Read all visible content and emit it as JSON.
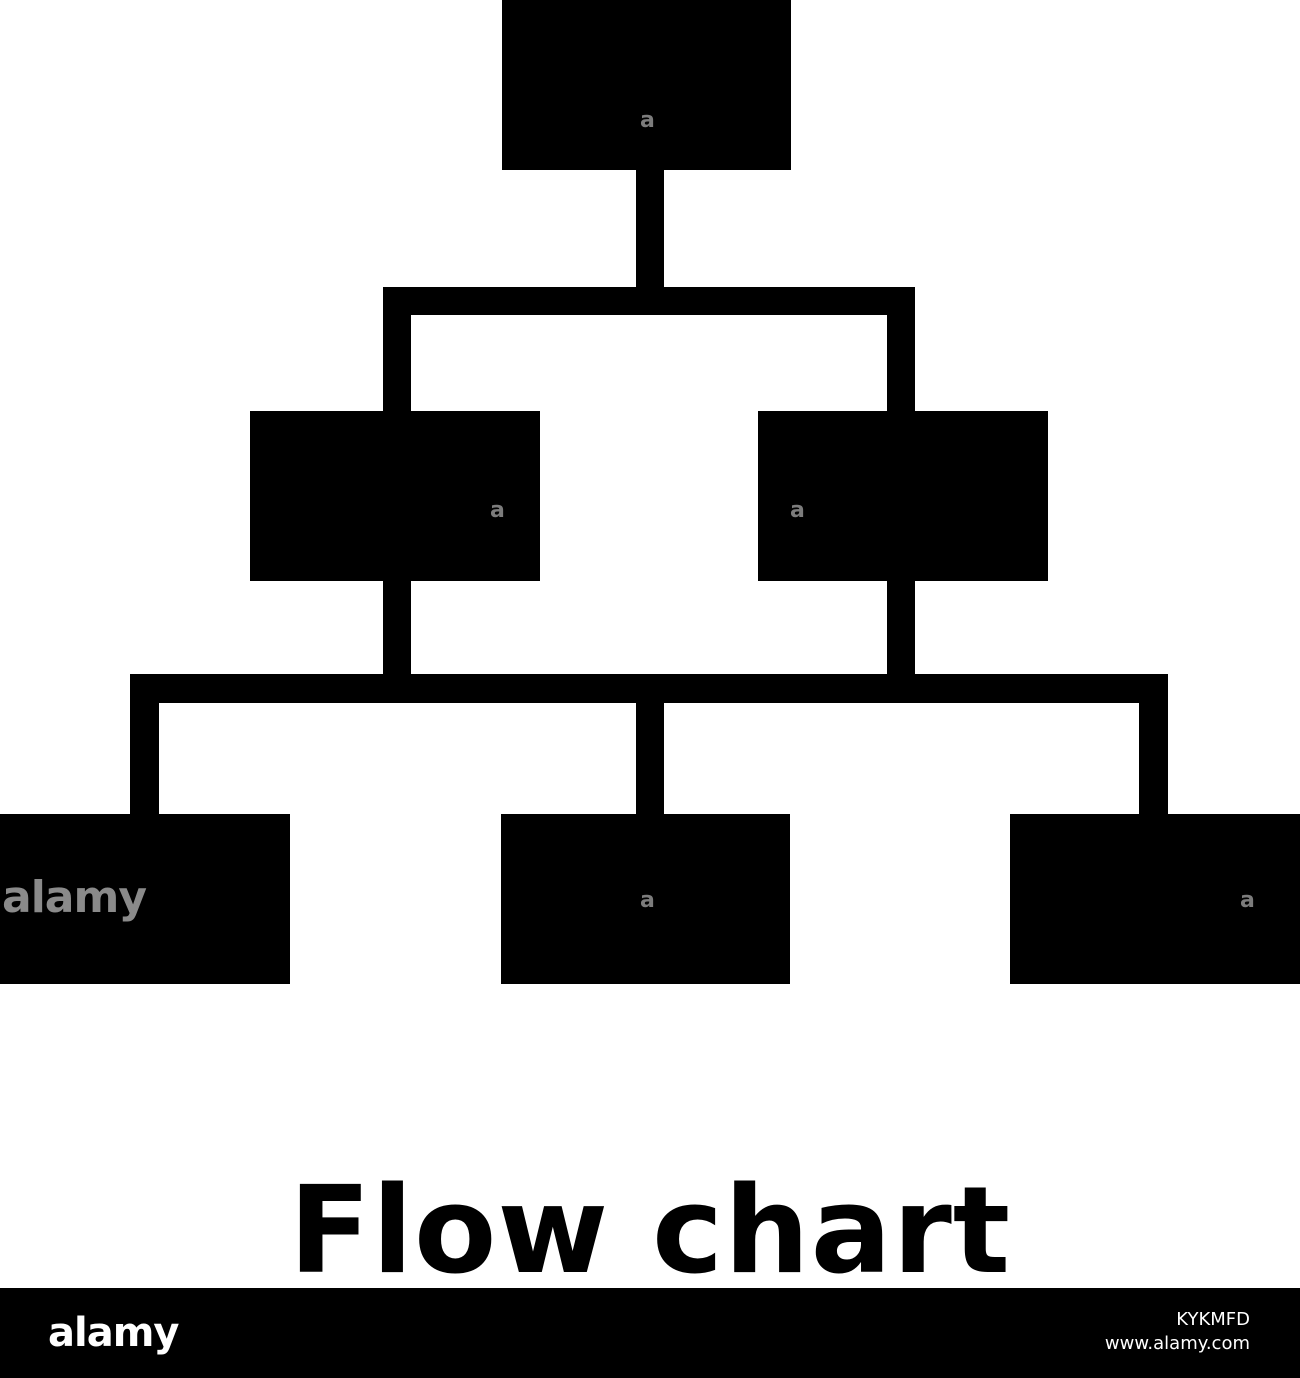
{
  "title": "Flow chart",
  "colors": {
    "background": "#ffffff",
    "foreground": "#000000",
    "watermark": "#8a8a8a"
  },
  "watermark": {
    "small_mark": "a",
    "brand": "alamy"
  },
  "footer": {
    "logo": "alamy",
    "image_id": "KYKMFD",
    "url": "www.alamy.com"
  }
}
